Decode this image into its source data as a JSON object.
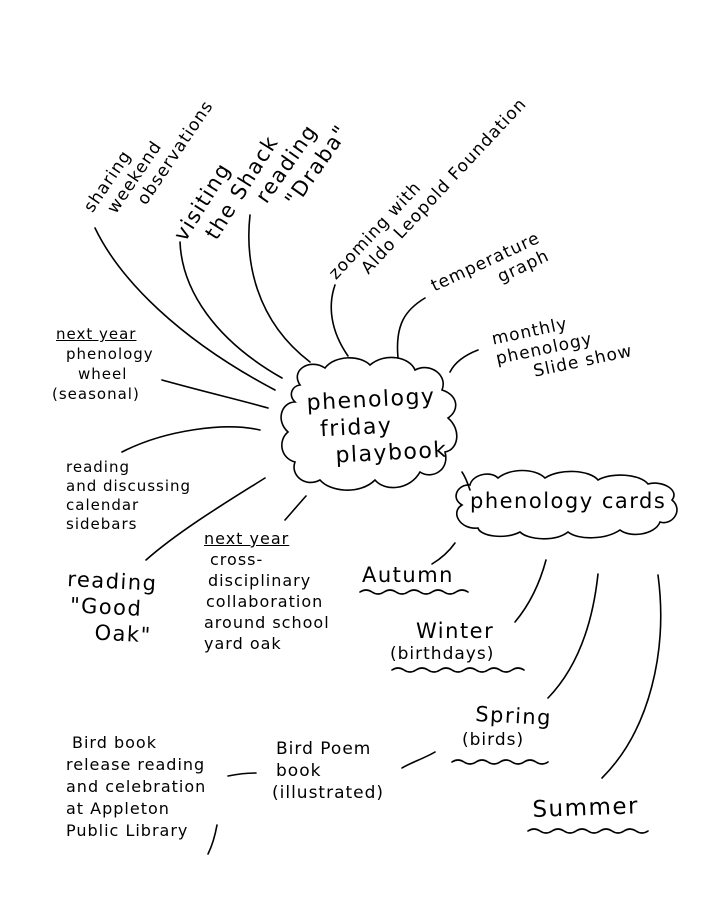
{
  "center": {
    "line1": "phenology",
    "line2": "friday",
    "line3": "playbook"
  },
  "cards": {
    "title": "phenology cards",
    "autumn": "Autumn",
    "winter": "Winter",
    "winter_sub": "(birthdays)",
    "spring": "Spring",
    "spring_sub": "(birds)",
    "summer": "Summer"
  },
  "branches": {
    "sharing": [
      "sharing",
      "weekend",
      "observations"
    ],
    "visiting": [
      "visiting",
      "the Shack"
    ],
    "draba": [
      "reading",
      "\"Draba\""
    ],
    "zooming": [
      "zooming with",
      "Aldo Leopold Foundation"
    ],
    "temperature": [
      "temperature",
      "graph"
    ],
    "slideshow": [
      "monthly",
      "phenology",
      "Slide show"
    ],
    "wheel": {
      "prefix": "next year",
      "lines": [
        "phenology",
        "wheel",
        "(seasonal)"
      ]
    },
    "calendar": [
      "reading",
      "and discussing",
      "calendar",
      "sidebars"
    ],
    "good_oak": [
      "reading",
      "\"Good",
      "Oak\""
    ],
    "collab": {
      "prefix": "next year",
      "lines": [
        "cross-",
        "disciplinary",
        "collaboration",
        "around school",
        "yard oak"
      ]
    },
    "bird_poem": [
      "Bird Poem",
      "book",
      "(illustrated)"
    ],
    "bird_book": [
      "Bird book",
      "release reading",
      "and celebration",
      "at Appleton",
      "Public Library"
    ]
  }
}
